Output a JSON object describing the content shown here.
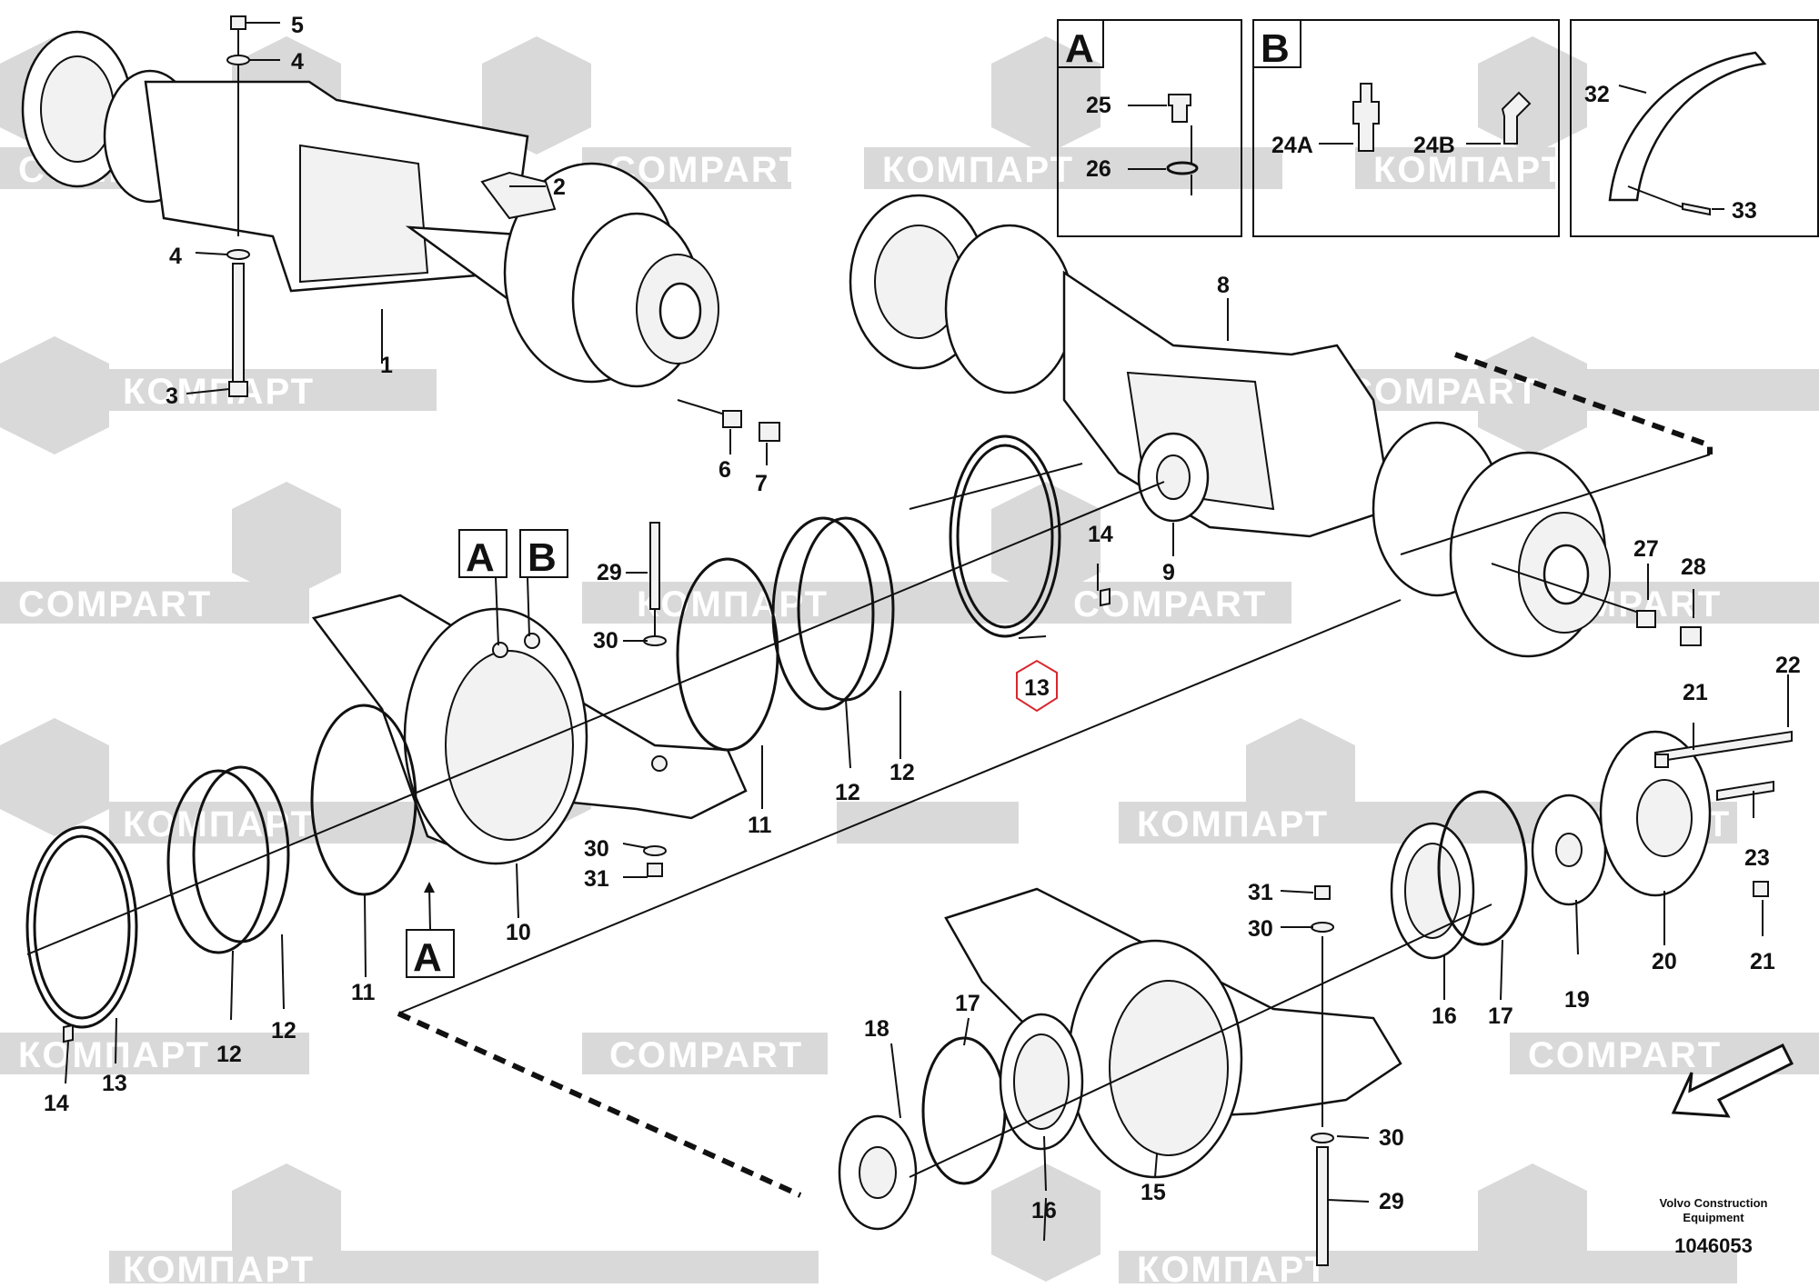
{
  "title_boxes": [
    {
      "id": "A",
      "label": "A"
    },
    {
      "id": "B",
      "label": "B"
    }
  ],
  "watermark": {
    "latin": "COMPART",
    "cyrillic": "КОМПАРТ"
  },
  "callouts": {
    "c1": "1",
    "c2": "2",
    "c3": "3",
    "c4a": "4",
    "c4b": "4",
    "c5": "5",
    "c6": "6",
    "c7": "7",
    "c8": "8",
    "c9": "9",
    "c10": "10",
    "c11a": "11",
    "c11b": "11",
    "c12a": "12",
    "c12b": "12",
    "c12c": "12",
    "c12d": "12",
    "c13a": "13",
    "c13b": "13",
    "c14a": "14",
    "c14b": "14",
    "c15": "15",
    "c16a": "16",
    "c16b": "16",
    "c17a": "17",
    "c17b": "17",
    "c18": "18",
    "c19": "19",
    "c20": "20",
    "c21a": "21",
    "c21b": "21",
    "c22": "22",
    "c23": "23",
    "c24a": "24A",
    "c24b": "24B",
    "c25": "25",
    "c26": "26",
    "c27": "27",
    "c28": "28",
    "c29a": "29",
    "c29b": "29",
    "c30a": "30",
    "c30b": "30",
    "c30c": "30",
    "c30d": "30",
    "c31a": "31",
    "c31b": "31",
    "c32": "32",
    "c33": "33"
  },
  "detail_markers": {
    "a_top": "A",
    "b_top": "B",
    "a_bottom": "A"
  },
  "footer": {
    "brand_line1": "Volvo Construction",
    "brand_line2": "Equipment",
    "doc_number": "1046053"
  },
  "colors": {
    "watermark_fill": "#d9d9d9",
    "highlight": "#d9262c",
    "line": "#111111"
  }
}
